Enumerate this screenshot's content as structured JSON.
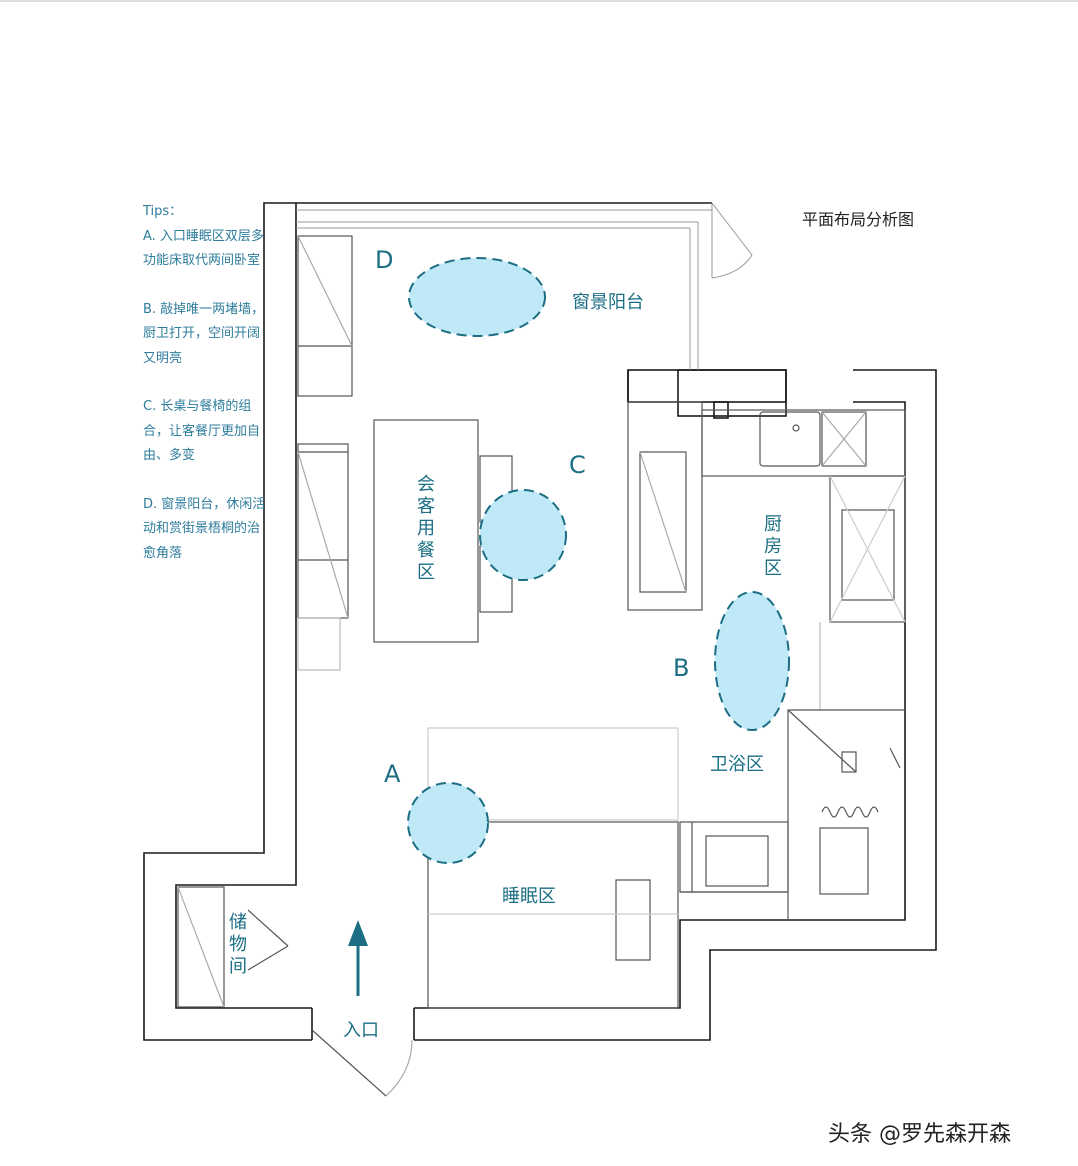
{
  "title": "平面布局分析图",
  "tips": {
    "heading": "Tips：",
    "items": [
      "A. 入口睡眠区双层多功能床取代两间卧室",
      "B. 敲掉唯一两堵墙，厨卫打开，空间开阔又明亮",
      "C. 长桌与餐椅的组合，让客餐厅更加自由、多变",
      "D. 窗景阳台，休闲活动和赏街景梧桐的治愈角落"
    ]
  },
  "zones": {
    "balcony": "窗景阳台",
    "living_dining": "会客用餐区",
    "kitchen": "厨房区",
    "bath": "卫浴区",
    "sleep": "睡眠区",
    "storage": "储物间",
    "entrance": "入口"
  },
  "markers": {
    "a": "A",
    "b": "B",
    "c": "C",
    "d": "D"
  },
  "watermark": "头条 @罗先森开森",
  "colors": {
    "wall": "#1a1a1a",
    "furniture": "#555555",
    "marker_fill": "#bfe9f7",
    "marker_stroke": "#1b6e84",
    "text": "#1b6e84",
    "tips": "#2e7d9c"
  }
}
